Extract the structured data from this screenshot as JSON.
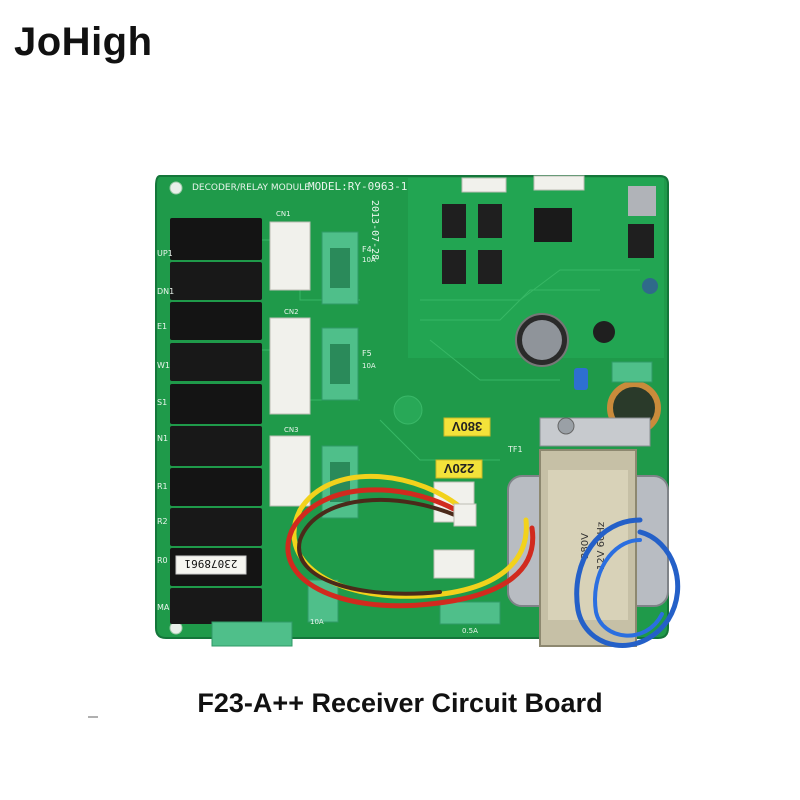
{
  "brand": "JoHigh",
  "caption": "F23-A++ Receiver Circuit Board",
  "board": {
    "module_label": "DECODER/RELAY  MODULE",
    "model_label": "MODEL:RY-0963-1",
    "date_label": "2013-07-28",
    "serial_sticker": "23078961",
    "voltage_labels": [
      "380V",
      "220V"
    ],
    "connectors": [
      "CN1",
      "CN2",
      "CN3"
    ],
    "fuse_labels": [
      "F4",
      "F5"
    ],
    "fuse_ratings": [
      "10A",
      "10A",
      "10A",
      "0.5A"
    ],
    "transformer_label": "TF1",
    "transformer_text": [
      "380V",
      "12V  60Hz"
    ],
    "relay_labels": [
      "UP1",
      "DN1",
      "E1",
      "W1",
      "S1",
      "N1",
      "R1",
      "R2",
      "R0",
      "MA"
    ],
    "colors": {
      "pcb": "#1f9a4a",
      "pcb_dark": "#167a39",
      "relay": "#141414",
      "connector": "#f1f1ec",
      "fuse_holder": "#4fbf8a",
      "label_yellow": "#f3e23a",
      "transformer": "#b8bcc2"
    }
  }
}
